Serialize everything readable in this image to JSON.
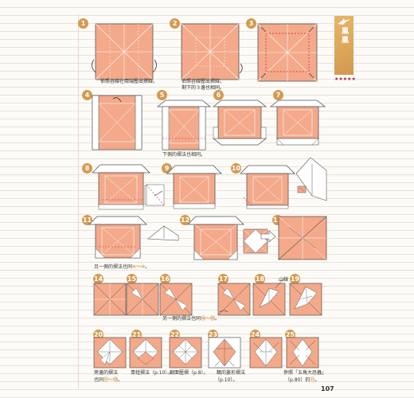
{
  "side_tab": {
    "label": "鳳凰",
    "icon": "crane-icon"
  },
  "difficulty": {
    "stars": "★★★★★"
  },
  "page_number": "107",
  "steps": [
    {
      "num": "1",
      "caption": "依照谷線在兩端壓出摺線。"
    },
    {
      "num": "2",
      "caption": "依照谷線壓出摺線，",
      "caption2": "剩下的３邊也相同。"
    },
    {
      "num": "3"
    },
    {
      "num": "4"
    },
    {
      "num": "5",
      "caption": "下側的摺法也相同。"
    },
    {
      "num": "6"
    },
    {
      "num": "7"
    },
    {
      "num": "8"
    },
    {
      "num": "9"
    },
    {
      "num": "10"
    },
    {
      "num": "11",
      "caption": "另一側的摺法也同",
      "ref": "⑧～⑩",
      "tail": "。"
    },
    {
      "num": "12"
    },
    {
      "num": "13"
    },
    {
      "num": "14"
    },
    {
      "num": "15"
    },
    {
      "num": "16",
      "caption": "另一側的摺法也同",
      "ref": "⑭～⑮",
      "tail": "。"
    },
    {
      "num": "17"
    },
    {
      "num": "18",
      "label": "山線"
    },
    {
      "num": "19"
    },
    {
      "num": "20",
      "caption": "旁邊的摺法",
      "caption2": "也同",
      "ref": "⑰～⑲",
      "tail": "。"
    },
    {
      "num": "21",
      "caption": "青蛙摺法（p.10）。"
    },
    {
      "num": "22",
      "caption": "翻面壓摺（p.8）。"
    },
    {
      "num": "23",
      "caption": "鶴的菱形摺法",
      "caption2": "（p.10）。"
    },
    {
      "num": "24"
    },
    {
      "num": "25",
      "caption": "參照「五角大恐蟲」",
      "caption2": "（p.80）的",
      "ref": "⑪",
      "tail": "。"
    }
  ],
  "colors": {
    "paper": "#f3a98a",
    "accent": "#d49a52",
    "arrow_red": "#c62828"
  }
}
